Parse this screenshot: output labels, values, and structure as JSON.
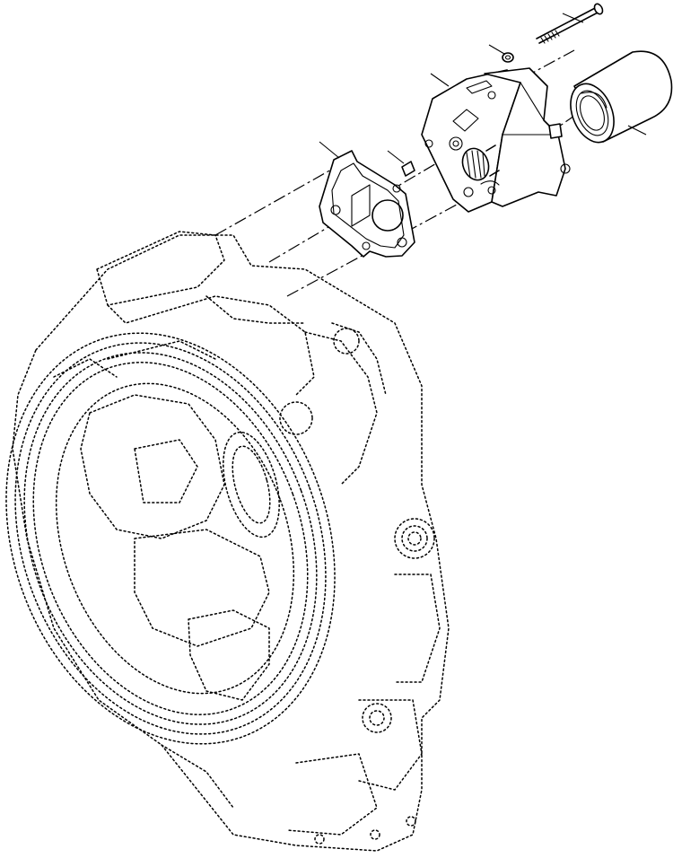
{
  "figure": {
    "parts": [
      {
        "name": "bolt",
        "callout": ""
      },
      {
        "name": "washer",
        "callout": ""
      },
      {
        "name": "oil-filter-cartridge",
        "callout": ""
      },
      {
        "name": "pump-filter-body",
        "callout": ""
      },
      {
        "name": "o-ring",
        "callout": ""
      },
      {
        "name": "gasket",
        "callout": ""
      },
      {
        "name": "transmission-housing",
        "callout": ""
      }
    ]
  }
}
